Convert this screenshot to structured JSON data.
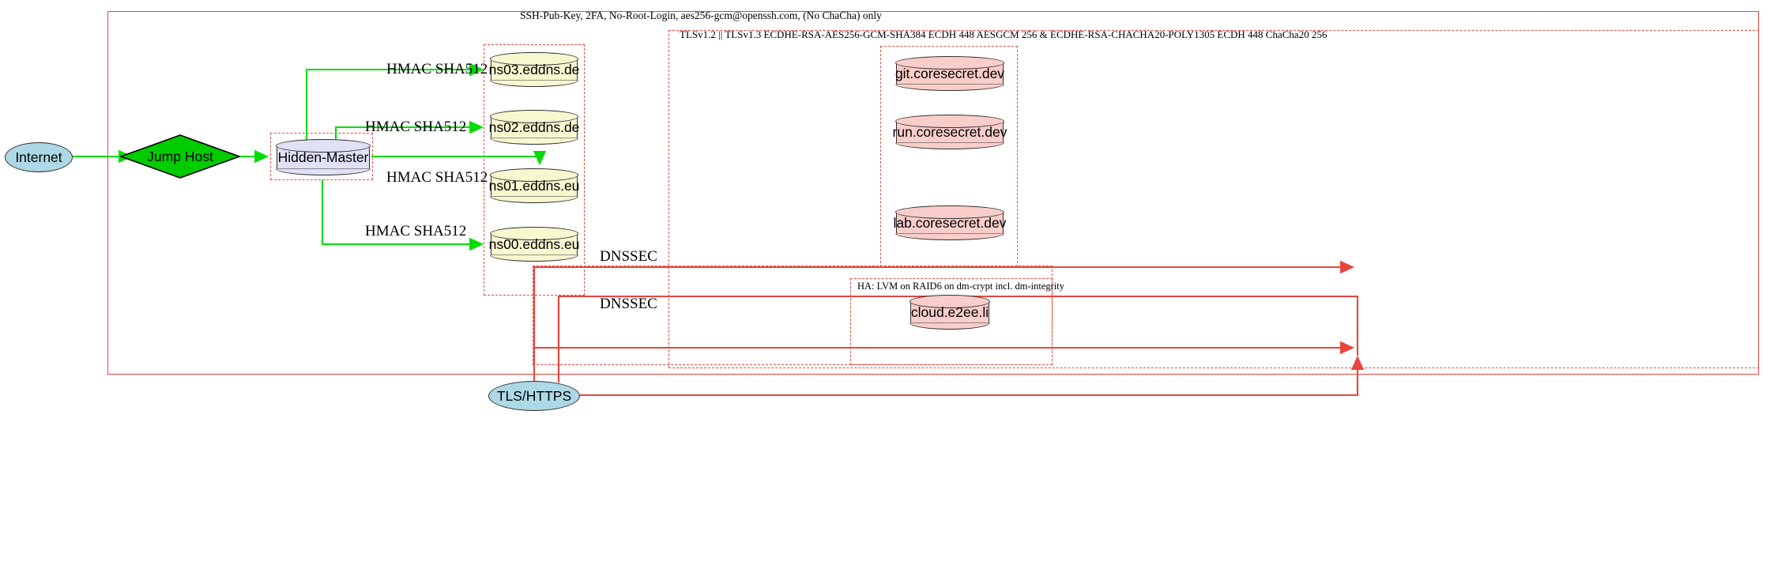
{
  "diagram": {
    "type": "network-architecture",
    "zones": {
      "ssh_boundary_label": "SSH-Pub-Key, 2FA, No-Root-Login, aes256-gcm@openssh.com, (No ChaCha) only",
      "tls_boundary_label": "TLSv1.2 || TLSv1.3 ECDHE-RSA-AES256-GCM-SHA384 ECDH 448 AESGCM 256 & ECDHE-RSA-CHACHA20-POLY1305 ECDH 448 ChaCha20 256",
      "ha_boundary_label": "HA: LVM on RAID6 on dm-crypt incl. dm-integrity"
    },
    "nodes": {
      "internet": "Internet",
      "jump_host": "Jump Host",
      "hidden_master": "Hidden-Master",
      "ns03": "ns03.eddns.de",
      "ns02": "ns02.eddns.de",
      "ns01": "ns01.eddns.eu",
      "ns00": "ns00.eddns.eu",
      "git": "git.coresecret.dev",
      "run": "run.coresecret.dev",
      "lab": "lab.coresecret.dev",
      "cloud": "cloud.e2ee.li",
      "tls_https": "TLS/HTTPS"
    },
    "edge_labels": {
      "hmac_ns03": "HMAC SHA512",
      "hmac_ns02": "HMAC SHA512",
      "hmac_ns01": "HMAC SHA512",
      "hmac_ns00": "HMAC SHA512",
      "dnssec_upper": "DNSSEC",
      "dnssec_lower": "DNSSEC"
    },
    "colors": {
      "flow_green": "#00dd00",
      "boundary_red": "#ef4a44",
      "node_yellow": "#f7f7d0",
      "node_pink": "#f9cdc9",
      "node_blue": "#add8e6",
      "node_lavender": "#e0e0f6",
      "node_green": "#00cc00"
    }
  }
}
